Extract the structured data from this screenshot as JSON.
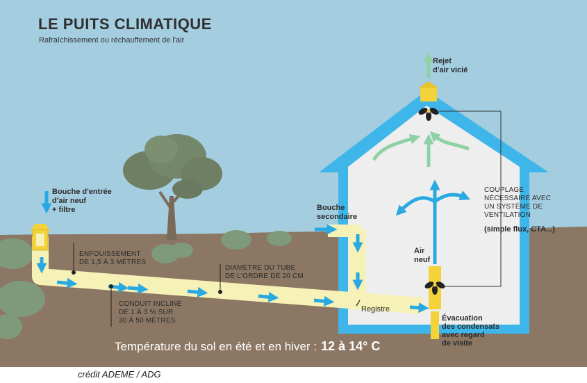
{
  "title": "LE PUITS CLIMATIQUE",
  "subtitle": "Rafraîchissement ou réchauffement de l'air",
  "labels": {
    "bouche_entree": "Bouche d'entrée\nd'air neuf\n+ filtre",
    "enfouissement": "ENFOUISSEMENT\nDE 1,5 À 3 MÈTRES",
    "conduit_incline": "CONDUIT INCLINÉ\nDE 1 À 3 % SUR\n30 À 50 MÈTRES",
    "diametre": "DIAMÈTRE DU TUBE\nDE L'ORDRE DE 20 CM",
    "bouche_secondaire": "Bouche\nsecondaire",
    "registre": "Registre",
    "air_neuf": "Air\nneuf",
    "evacuation": "Évacuation\ndes condensats\navec regard\nde visite",
    "rejet": "Rejet\nd'air vicié",
    "couplage": "COUPLAGE\nNÉCESSAIRE AVEC\nUN SYSTÈME DE\nVENTILATION",
    "couplage_detail": "(simple flux, CTA...)"
  },
  "footer": {
    "temperature_text": "Température du sol en été et en hiver :",
    "temperature_value": "12 à 14° C",
    "credit": "crédit ADEME / ADG"
  },
  "colors": {
    "sky": "#a4cde0",
    "ground": "#8b7763",
    "tube": "#f6f1b6",
    "flow_arrow": "#29a9e1",
    "exhaust_arrow": "#8fd1a6",
    "house_wall": "#3fb6ea",
    "house_interior": "#eeeeee",
    "fitting": "#f3d23a"
  },
  "icons": [
    "fan-icon",
    "flow-arrow-icon",
    "tree-icon",
    "shrub-icon"
  ]
}
